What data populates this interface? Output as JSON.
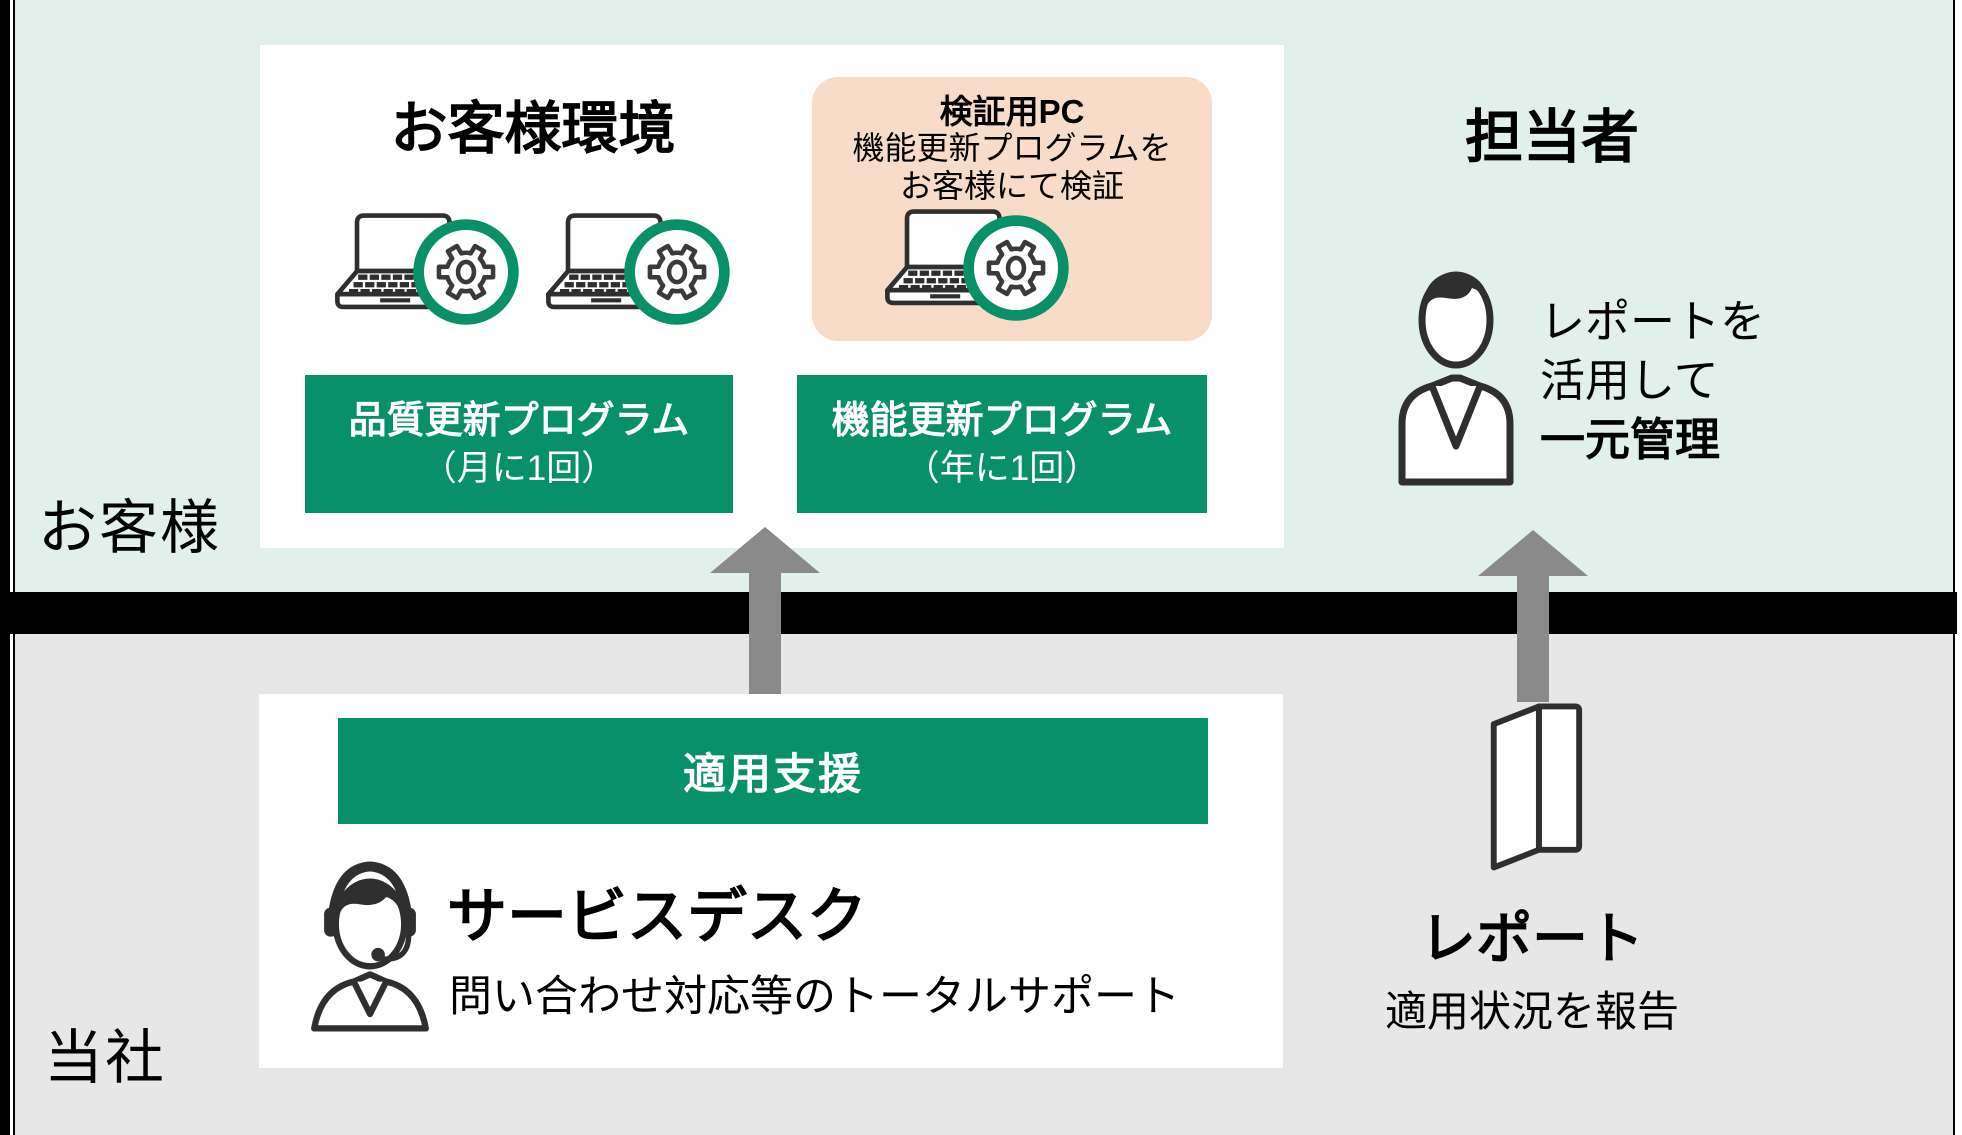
{
  "colors": {
    "accent_green": "#089169",
    "customer_zone_bg": "#e1f0ea",
    "company_zone_bg": "#e7e7e7",
    "verification_highlight": "#f8dcc7",
    "arrow_gray": "#8a8a8a",
    "icon_dark": "#2f2f2f",
    "divider_black": "#000000"
  },
  "zones": {
    "customer_label": "お客様",
    "company_label": "当社"
  },
  "customer_env": {
    "title": "お客様環境",
    "verification_pc": {
      "title": "検証用PC",
      "line1": "機能更新プログラムを",
      "line2": "お客様にて検証"
    },
    "quality_update_box": {
      "line1": "品質更新プログラム",
      "line2": "（月に1回）"
    },
    "feature_update_box": {
      "line1": "機能更新プログラム",
      "line2": "（年に1回）"
    }
  },
  "manager": {
    "title": "担当者",
    "note_line1": "レポートを",
    "note_line2": "活用して",
    "note_line3": "一元管理"
  },
  "support": {
    "bar_label": "適用支援",
    "service_desk_title": "サービスデスク",
    "service_desk_subtitle": "問い合わせ対応等のトータルサポート"
  },
  "report": {
    "title": "レポート",
    "subtitle": "適用状況を報告"
  }
}
